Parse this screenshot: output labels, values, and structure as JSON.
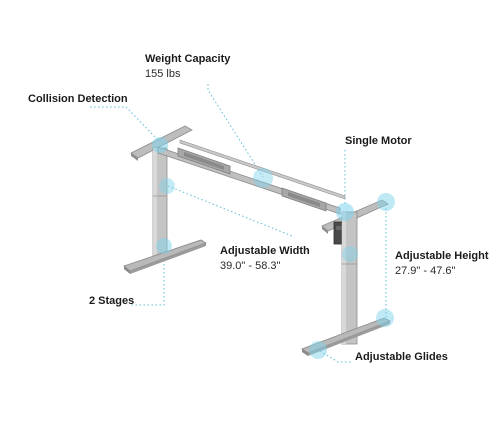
{
  "callouts": {
    "weight_capacity": {
      "title": "Weight Capacity",
      "value": "155 lbs"
    },
    "collision_detection": {
      "title": "Collision Detection"
    },
    "single_motor": {
      "title": "Single Motor"
    },
    "adjustable_width": {
      "title": "Adjustable Width",
      "value": "39.0\" - 58.3\""
    },
    "adjustable_height": {
      "title": "Adjustable Height",
      "value": "27.9\" - 47.6\""
    },
    "stages": {
      "title": "2 Stages"
    },
    "adjustable_glides": {
      "title": "Adjustable Glides"
    }
  },
  "colors": {
    "frame_light": "#c9c9c9",
    "frame_mid": "#a9a9a9",
    "frame_dark": "#7d7d7d",
    "highlight": "#7fd3ec",
    "leader": "#5bbcd6"
  }
}
